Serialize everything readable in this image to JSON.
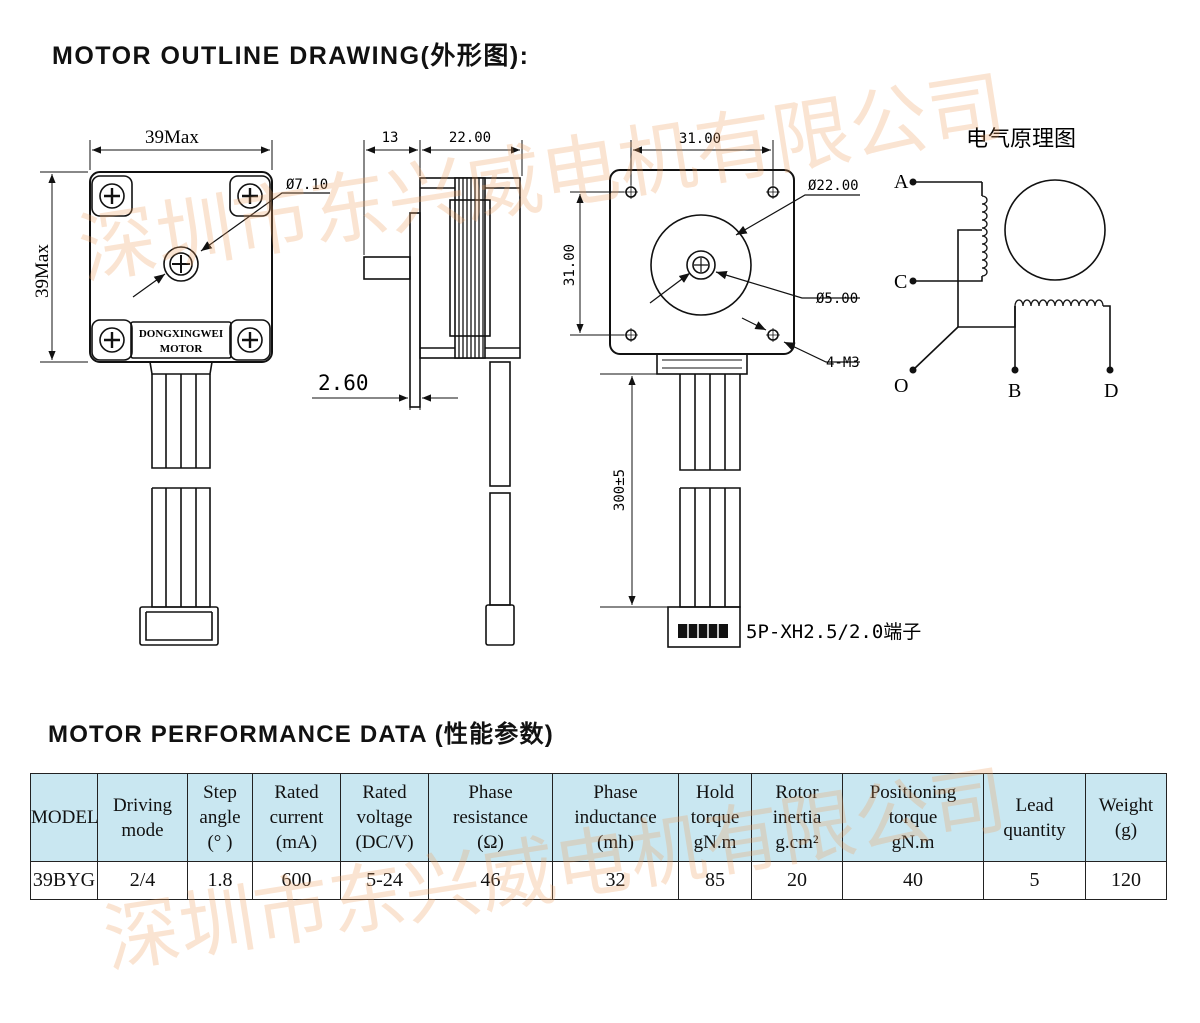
{
  "headings": {
    "outline": "MOTOR OUTLINE DRAWING(外形图):",
    "performance": "MOTOR PERFORMANCE DATA (性能参数)"
  },
  "drawing": {
    "front_width": "39Max",
    "front_height": "39Max",
    "shaft_diameter": "Ø7.10",
    "brand_line1": "DONGXINGWEI",
    "brand_line2": "MOTOR",
    "flange_thickness": "2.60",
    "shaft_length": "13",
    "body_length": "22.00",
    "hole_spacing_h": "31.00",
    "hole_spacing_v": "31.00",
    "pilot_diameter": "Ø22.00",
    "bore_diameter": "Ø5.00",
    "mount_holes": "4-M3",
    "lead_length": "300±5",
    "connector": "5P-XH2.5/2.0端子",
    "schematic_title": "电气原理图",
    "terminals": [
      "A",
      "C",
      "O",
      "B",
      "D"
    ]
  },
  "watermark": {
    "text1": "深圳市东兴威电机有限公司",
    "text2": "深圳市东兴威电机有限公司"
  },
  "table": {
    "headers": [
      [
        "MODEL"
      ],
      [
        "Driving",
        "mode"
      ],
      [
        "Step",
        "angle",
        "(° )"
      ],
      [
        "Rated",
        "current",
        "(mA)"
      ],
      [
        "Rated",
        "voltage",
        "(DC/V)"
      ],
      [
        "Phase",
        "resistance",
        "(Ω)"
      ],
      [
        "Phase",
        "inductance",
        "(mh)"
      ],
      [
        "Hold",
        "torque",
        "gN.m"
      ],
      [
        "Rotor",
        "inertia",
        "g.cm²"
      ],
      [
        "Positioning",
        "torque",
        "gN.m"
      ],
      [
        "Lead",
        "quantity"
      ],
      [
        "Weight",
        "(g)"
      ]
    ],
    "rows": [
      [
        "39BYG",
        "2/4",
        "1.8",
        "600",
        "5-24",
        "46",
        "32",
        "85",
        "20",
        "40",
        "5",
        "120"
      ]
    ]
  }
}
